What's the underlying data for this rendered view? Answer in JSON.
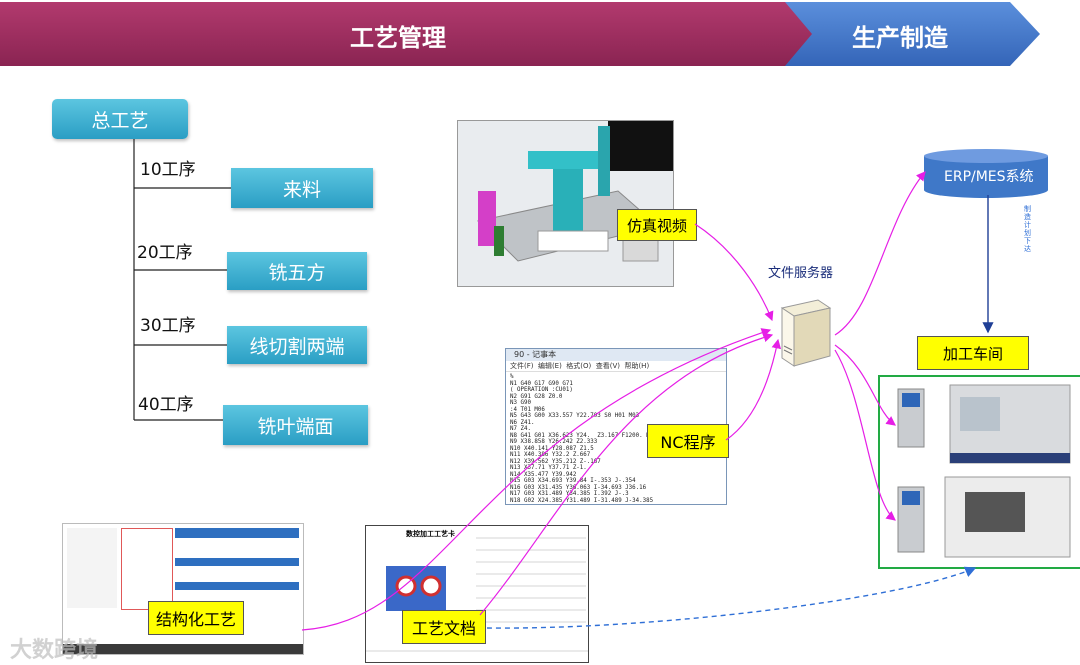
{
  "banner": {
    "left_title": "工艺管理",
    "right_title": "生产制造"
  },
  "process": {
    "root": "总工艺",
    "steps": [
      {
        "label": "10工序",
        "name": "来料"
      },
      {
        "label": "20工序",
        "name": "铣五方"
      },
      {
        "label": "30工序",
        "name": "线切割两端"
      },
      {
        "label": "40工序",
        "name": "铣叶端面"
      }
    ]
  },
  "callouts": {
    "simulation": "仿真视频",
    "nc_program": "NC程序",
    "structured": "结构化工艺",
    "document": "工艺文档",
    "workshop": "加工车间"
  },
  "server": {
    "label": "文件服务器"
  },
  "erp": {
    "label": "ERP/MES系统",
    "arrow_text": "制造计划下达"
  },
  "notepad": {
    "title": "90 - 记事本",
    "menu": [
      "文件(F)",
      "编辑(E)",
      "格式(O)",
      "查看(V)",
      "帮助(H)"
    ],
    "lines": [
      "%",
      "N1 G40 G17 G90 G71",
      "( OPERATION :CU01)",
      "N2 G91 G28 Z0.0",
      "N3 G90",
      ":4 T01 M06",
      "N5 G43 G00 X33.557 Y22.703 S0 H01 M03",
      "N6 Z41.",
      "N7 Z4.",
      "N8 G41 G01 X36.623 Y24.  Z3.167 F1200. D01",
      "N9 X38.858 Y26.242 Z2.333",
      "N10 X40.141 Y28.087 Z1.5",
      "N11 X40.386 Y32.2 Z.667",
      "N12 X39.562 Y35.212 Z-.167",
      "N13 X37.71 Y37.71 Z-1.",
      "N14 X35.477 Y39.942",
      "N15 G03 X34.693 Y39.84 I-.353 J-.354",
      "N16 G03 X31.435 Y36.063 I-34.693 J36.16",
      "N17 G03 X31.489 Y34.385 I.392 J-.3",
      "N18 G02 X24.385 Y31.489 I-31.489 J-34.385"
    ]
  },
  "doc": {
    "heading": "数控加工工艺卡"
  },
  "watermark": "大数跨境",
  "colors": {
    "banner_left": "#9b2d5e",
    "banner_right": "#3f78c8",
    "process_box": "#2fa3c9",
    "connector": "#e61ee6",
    "arrow_blue": "#2f6fd6",
    "callout": "#ffff00",
    "workshop_border": "#22aa44"
  }
}
